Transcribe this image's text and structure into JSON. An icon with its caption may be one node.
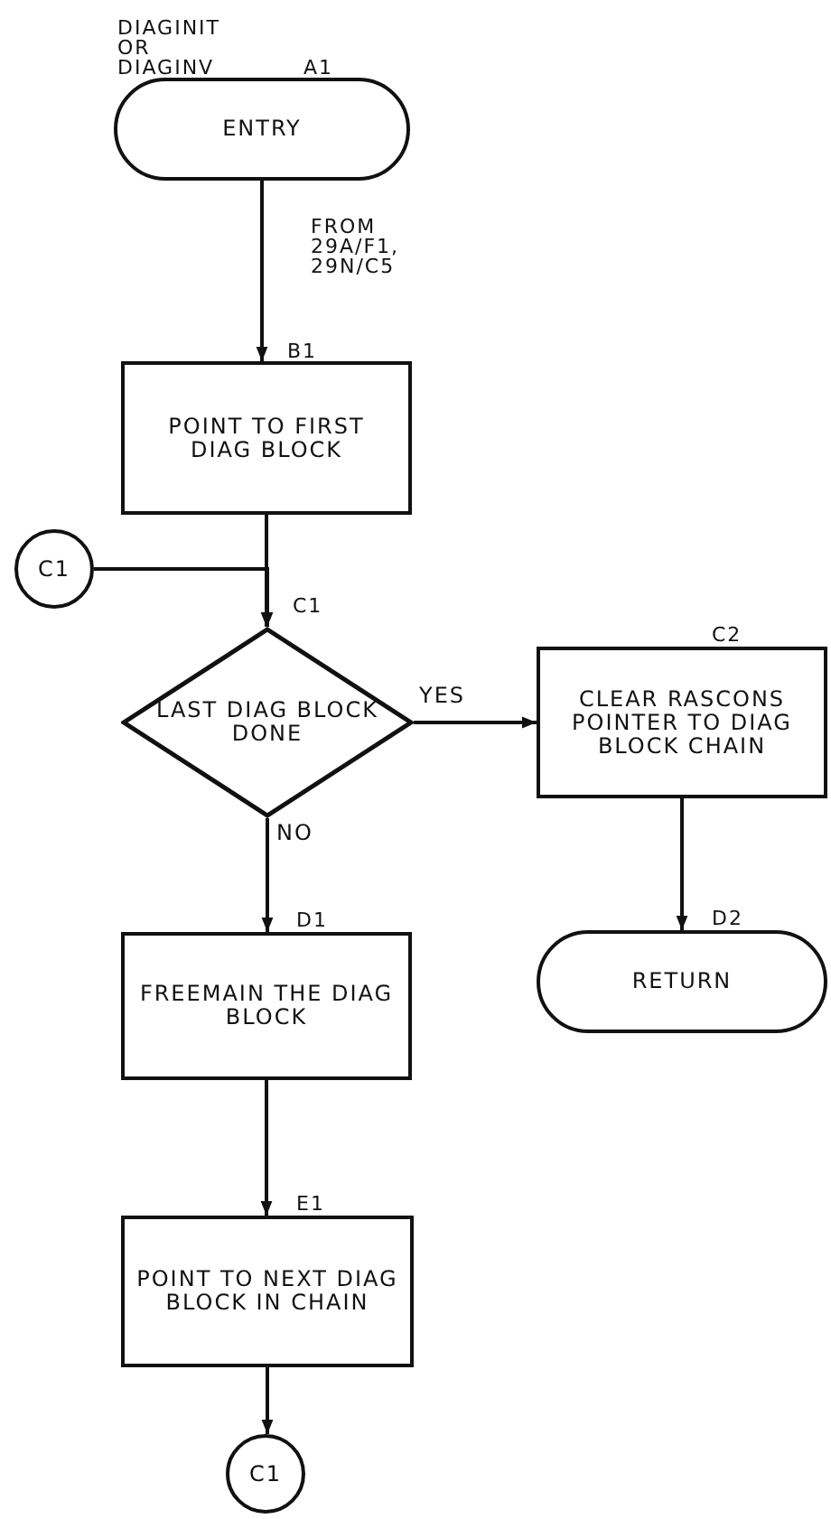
{
  "diagram": {
    "nodes": [
      {
        "text": [
          "ENTRY"
        ],
        "beside": [
          "DIAGINIT OR DIAGINV",
          "A1",
          "FROM 29A/F1, 29N/C5"
        ]
      },
      {
        "text": [
          "POINT TO FIRST DIAG BLOCK"
        ],
        "beside": [
          "B1"
        ]
      },
      {
        "text": [
          "C1"
        ]
      },
      {
        "text": [
          "LAST DIAG BLOCK DONE"
        ],
        "beside": [
          "C1"
        ]
      },
      {
        "text": [
          "CLEAR RASCONS POINTER TO DIAG BLOCK CHAIN"
        ],
        "beside": [
          "C2"
        ]
      },
      {
        "text": [
          "RETURN"
        ],
        "beside": [
          "D2"
        ]
      },
      {
        "text": [
          "FREEMAIN THE DIAG BLOCK"
        ],
        "beside": [
          "D1"
        ]
      },
      {
        "text": [
          "POINT TO NEXT DIAG BLOCK IN CHAIN"
        ],
        "beside": [
          "E1"
        ]
      },
      {
        "text": [
          "C1"
        ]
      }
    ],
    "edges": [
      {
        "from": 0,
        "to": 1,
        "arrow": "to"
      },
      {
        "from": 1,
        "to": 3,
        "arrow": "to"
      },
      {
        "from": 2,
        "to": 3,
        "arrow": "to"
      },
      {
        "from": 3,
        "to": 4,
        "arrow": "to",
        "label": "YES"
      },
      {
        "from": 4,
        "to": 5,
        "arrow": "to"
      },
      {
        "from": 3,
        "to": 6,
        "arrow": "to",
        "label": "NO"
      },
      {
        "from": 6,
        "to": 7,
        "arrow": "to"
      },
      {
        "from": 7,
        "to": 8,
        "arrow": "to"
      }
    ]
  }
}
